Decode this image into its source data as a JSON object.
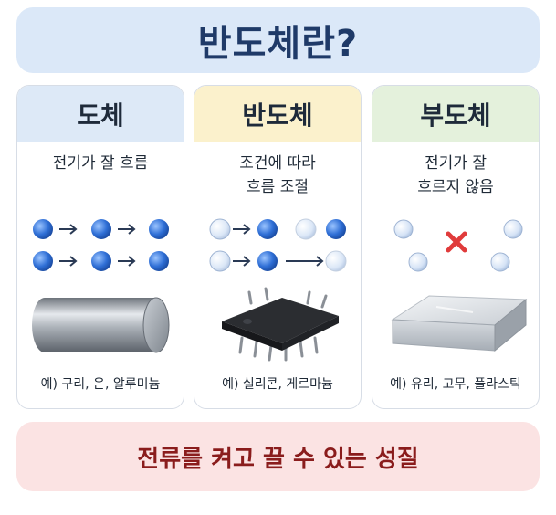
{
  "title": "반도체란?",
  "summary": "전류를 켜고 끌 수 있는 성질",
  "colors": {
    "title_bg": "#dbe8f8",
    "conductor_head": "#dde9f7",
    "semiconductor_head": "#fbf1cc",
    "insulator_head": "#e4f1dc",
    "summary_bg": "#fbe3e3",
    "electron": "#2f6fd6",
    "cross": "#e03b3b"
  },
  "cards": [
    {
      "name": "도체",
      "description": "전기가 잘 흐름",
      "examples": "예) 구리, 은, 알루미늄",
      "object_icon": "metal-cylinder-icon"
    },
    {
      "name": "반도체",
      "description": "조건에 따라\n흐름 조절",
      "examples": "예) 실리콘, 게르마늄",
      "object_icon": "microchip-icon"
    },
    {
      "name": "부도체",
      "description": "전기가 잘\n흐르지 않음",
      "examples": "예) 유리, 고무, 플라스틱",
      "object_icon": "glass-block-icon"
    }
  ]
}
